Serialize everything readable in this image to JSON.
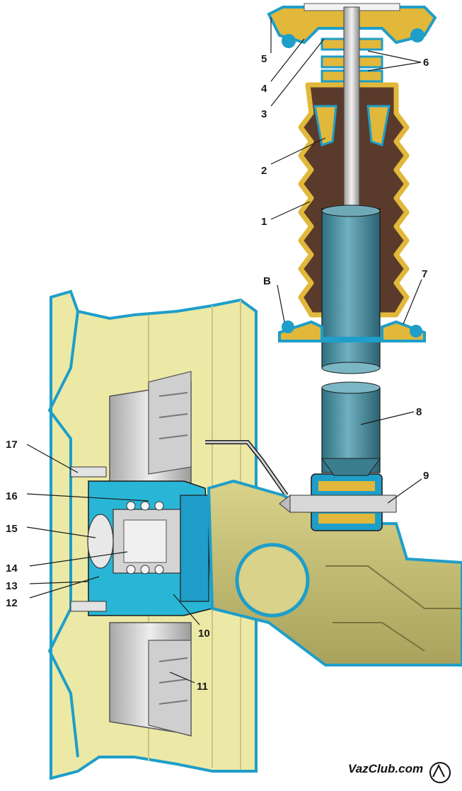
{
  "diagram": {
    "callouts": [
      {
        "id": "1",
        "text": "1"
      },
      {
        "id": "2",
        "text": "2"
      },
      {
        "id": "3",
        "text": "3"
      },
      {
        "id": "4",
        "text": "4"
      },
      {
        "id": "5",
        "text": "5"
      },
      {
        "id": "6",
        "text": "6"
      },
      {
        "id": "7",
        "text": "7"
      },
      {
        "id": "8",
        "text": "8"
      },
      {
        "id": "9",
        "text": "9"
      },
      {
        "id": "10",
        "text": "10"
      },
      {
        "id": "11",
        "text": "11"
      },
      {
        "id": "12",
        "text": "12"
      },
      {
        "id": "13",
        "text": "13"
      },
      {
        "id": "14",
        "text": "14"
      },
      {
        "id": "15",
        "text": "15"
      },
      {
        "id": "16",
        "text": "16"
      },
      {
        "id": "17",
        "text": "17"
      },
      {
        "id": "B",
        "text": "B"
      }
    ],
    "watermark": "VazClub.com",
    "colors": {
      "wheel": "#ece9a6",
      "outline": "#1e9ec9",
      "steel": "#3f8fa8",
      "boot": "#e2b83a",
      "bootDark": "#5a3a2a",
      "shock": "#4f8a9a",
      "beam": "#c9c27a",
      "hub": "#29b6d6",
      "drum": "#d9d9d9"
    }
  }
}
